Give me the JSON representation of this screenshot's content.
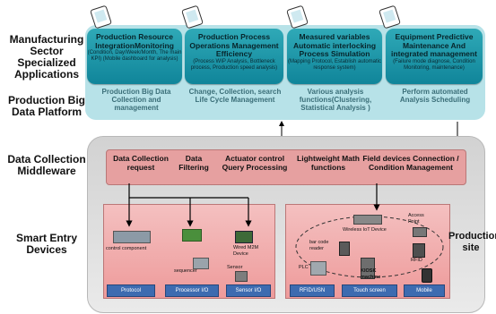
{
  "left_labels": {
    "manufacturing": "Manufacturing Sector Specialized Applications",
    "platform": "Production Big Data Platform",
    "middleware": "Data Collection Middleware",
    "devices": "Smart Entry Devices"
  },
  "production_site": "Production site",
  "apps": [
    {
      "title": "Production Resource IntegrationMonitoring",
      "sub": "(Condition, Day/Week/Month, The main KPI) (Mobile dashboard for analysis)"
    },
    {
      "title": "Production Process Operations Management Efficiency",
      "sub": "(Process WIP Analysis, Bottleneck process, Production speed analysis)"
    },
    {
      "title": "Measured variables Automatic interlocking Process Simulation",
      "sub": "(Mapping Protocol, Establish automatic response system)"
    },
    {
      "title": "Equipment Predictive Maintenance And integrated management",
      "sub": "(Failure mode diagnose, Condition Monitoring, maintenance)"
    }
  ],
  "bigdata": [
    "Production Big Data Collection and management",
    "Change, Collection, search Life Cycle Management",
    "Various analysis functions(Clustering, Statistical Analysis )",
    "Perform automated Analysis Scheduling"
  ],
  "middleware_items": [
    "Data Collection request",
    "Data Filtering",
    "Actuator control Query Processing",
    "Lightweight Math functions",
    "Field devices Connection / Condition Management"
  ],
  "device_labels": [
    "Protocol",
    "Processor I/O",
    "Sensor I/O",
    "RFID/USN",
    "Touch screen",
    "Mobile"
  ],
  "device_texts": {
    "control_component": "control component",
    "wired_m2m": "Wired M2M Device",
    "sequencer": "sequencer",
    "sensor": "Sensor",
    "wireless_iot": "Wireless IoT Device",
    "access_point": "Access Point",
    "barcode_reader": "bar code reader",
    "plc": "PLC",
    "kiosk": "KIOSK machine",
    "rfid": "RFID"
  },
  "colors": {
    "app_teal": "#1a93a6",
    "platform_bg": "#b7e2e8",
    "middleware_bar": "#e6a0a0",
    "device_box": "#f0a8a8",
    "device_label": "#3d6bb0"
  }
}
